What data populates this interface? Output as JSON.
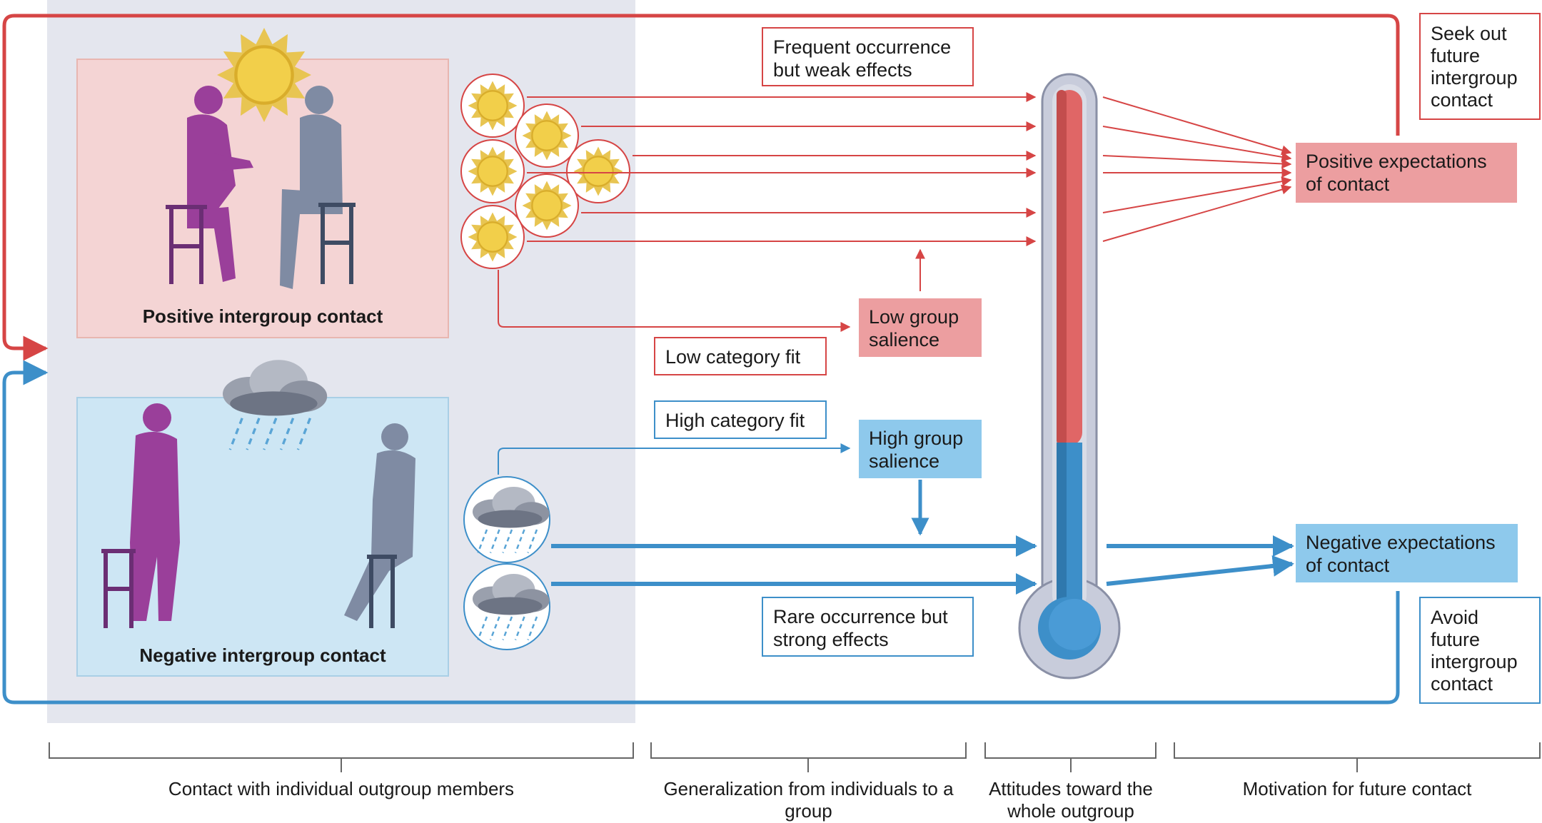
{
  "panels": {
    "positive_label": "Positive intergroup contact",
    "negative_label": "Negative intergroup contact"
  },
  "boxes": {
    "frequent": "Frequent occurrence but weak effects",
    "seek": "Seek out future intergroup contact",
    "positive_expectations": "Positive expectations of contact",
    "low_salience": "Low group salience",
    "low_fit": "Low category fit",
    "high_fit": "High category fit",
    "high_salience": "High group salience",
    "negative_expectations": "Negative expectations of contact",
    "rare": "Rare occurrence but strong effects",
    "avoid": "Avoid future intergroup contact"
  },
  "axis": {
    "contact": "Contact with individual outgroup members",
    "generalization": "Generalization from individuals to a group",
    "attitudes": "Attitudes toward the whole outgroup",
    "motivation": "Motivation for future contact"
  },
  "colors": {
    "positive": "#d64545",
    "negative": "#3d8fc9",
    "positive_panel": "#f4d4d4",
    "negative_panel": "#cde6f4",
    "region_shade": "#e4e6ee",
    "figure_purple": "#9a3f9a",
    "figure_gray": "#7f8ba3"
  }
}
